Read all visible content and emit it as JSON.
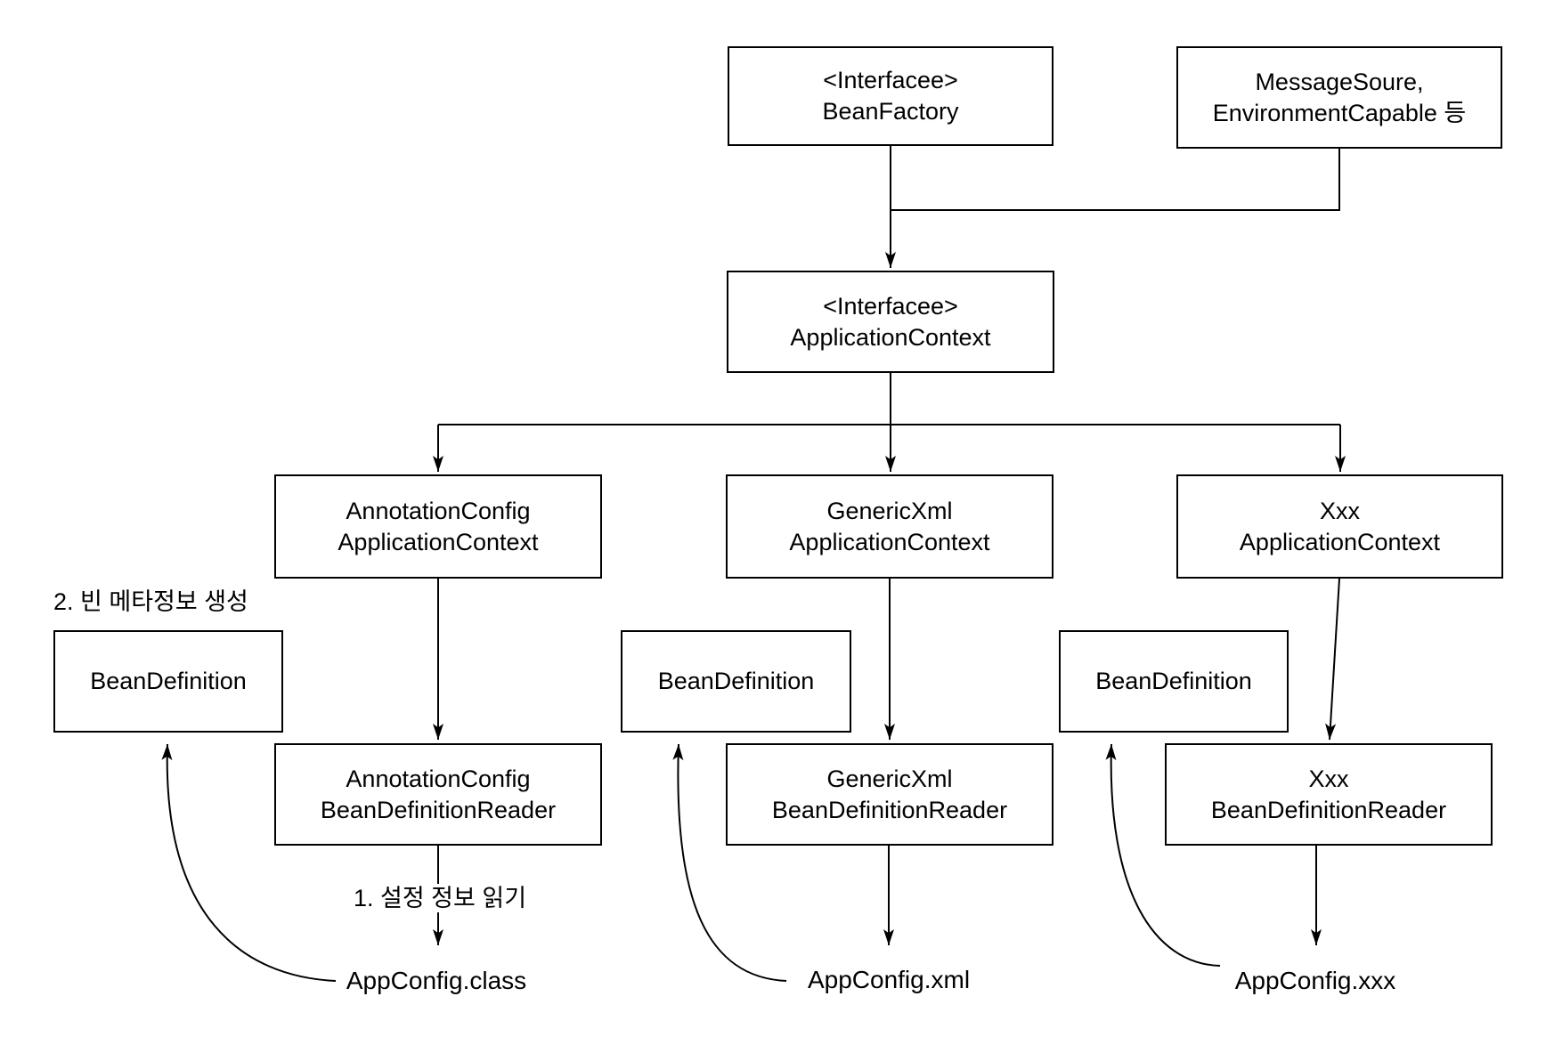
{
  "nodes": {
    "bean_factory": {
      "line1": "<Interfacee>",
      "line2": "BeanFactory"
    },
    "message_source": {
      "line1": "MessageSoure,",
      "line2": "EnvironmentCapable 등"
    },
    "application_context": {
      "line1": "<Interfacee>",
      "line2": "ApplicationContext"
    },
    "annotation_config_context": {
      "line1": "AnnotationConfig",
      "line2": "ApplicationContext"
    },
    "generic_xml_context": {
      "line1": "GenericXml",
      "line2": "ApplicationContext"
    },
    "xxx_context": {
      "line1": "Xxx",
      "line2": "ApplicationContext"
    },
    "bean_definition_left": {
      "line1": "BeanDefinition"
    },
    "bean_definition_middle": {
      "line1": "BeanDefinition"
    },
    "bean_definition_right": {
      "line1": "BeanDefinition"
    },
    "annotation_config_reader": {
      "line1": "AnnotationConfig",
      "line2": "BeanDefinitionReader"
    },
    "generic_xml_reader": {
      "line1": "GenericXml",
      "line2": "BeanDefinitionReader"
    },
    "xxx_reader": {
      "line1": "Xxx",
      "line2": "BeanDefinitionReader"
    }
  },
  "labels": {
    "step2_create_bean_metadata": "2. 빈 메타정보 생성",
    "step1_read_config": "1. 설정 정보 읽기",
    "appconfig_class": "AppConfig.class",
    "appconfig_xml": "AppConfig.xml",
    "appconfig_xxx": "AppConfig.xxx"
  },
  "colors": {
    "background": "#ffffff",
    "box_fill": "#ffffff",
    "box_border": "#000000",
    "line": "#000000",
    "text": "#000000"
  }
}
